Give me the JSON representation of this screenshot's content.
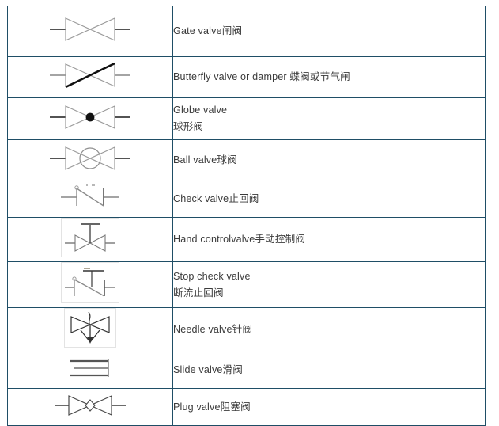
{
  "table": {
    "title": "Valve symbols reference table",
    "border_color": "#1f4e66",
    "text_color": "#3b3b3b",
    "symbol_stroke_color": "#8a8a8a",
    "symbol_dark_color": "#1a1a1a",
    "rows": [
      {
        "symbol_name": "gate-valve-symbol",
        "symbol_type": "bowtie",
        "boxed": false,
        "lines": [
          "Gate valve闸阀"
        ]
      },
      {
        "symbol_name": "butterfly-valve-symbol",
        "symbol_type": "bowtie-diagonal",
        "boxed": false,
        "lines": [
          "Butterfly valve or damper 蝶阀或节气闸"
        ]
      },
      {
        "symbol_name": "globe-valve-symbol",
        "symbol_type": "bowtie-dot",
        "boxed": false,
        "lines": [
          "Globe valve",
          "球形阀"
        ]
      },
      {
        "symbol_name": "ball-valve-symbol",
        "symbol_type": "bowtie-circle",
        "boxed": false,
        "lines": [
          "Ball valve球阀"
        ]
      },
      {
        "symbol_name": "check-valve-symbol",
        "symbol_type": "check",
        "boxed": false,
        "lines": [
          "Check valve止回阀"
        ]
      },
      {
        "symbol_name": "hand-control-valve-symbol",
        "symbol_type": "bowtie-handwheel",
        "boxed": true,
        "lines": [
          "Hand controlvalve手动控制阀"
        ]
      },
      {
        "symbol_name": "stop-check-valve-symbol",
        "symbol_type": "check-handwheel",
        "boxed": true,
        "lines": [
          "Stop check valve",
          "断流止回阀"
        ]
      },
      {
        "symbol_name": "needle-valve-symbol",
        "symbol_type": "bowtie-needle",
        "boxed": true,
        "lines": [
          "Needle valve针阀"
        ]
      },
      {
        "symbol_name": "slide-valve-symbol",
        "symbol_type": "slide",
        "boxed": false,
        "lines": [
          "Slide valve滑阀"
        ]
      },
      {
        "symbol_name": "plug-valve-symbol",
        "symbol_type": "bowtie-diamond",
        "boxed": false,
        "lines": [
          "Plug valve阻塞阀"
        ]
      }
    ]
  }
}
